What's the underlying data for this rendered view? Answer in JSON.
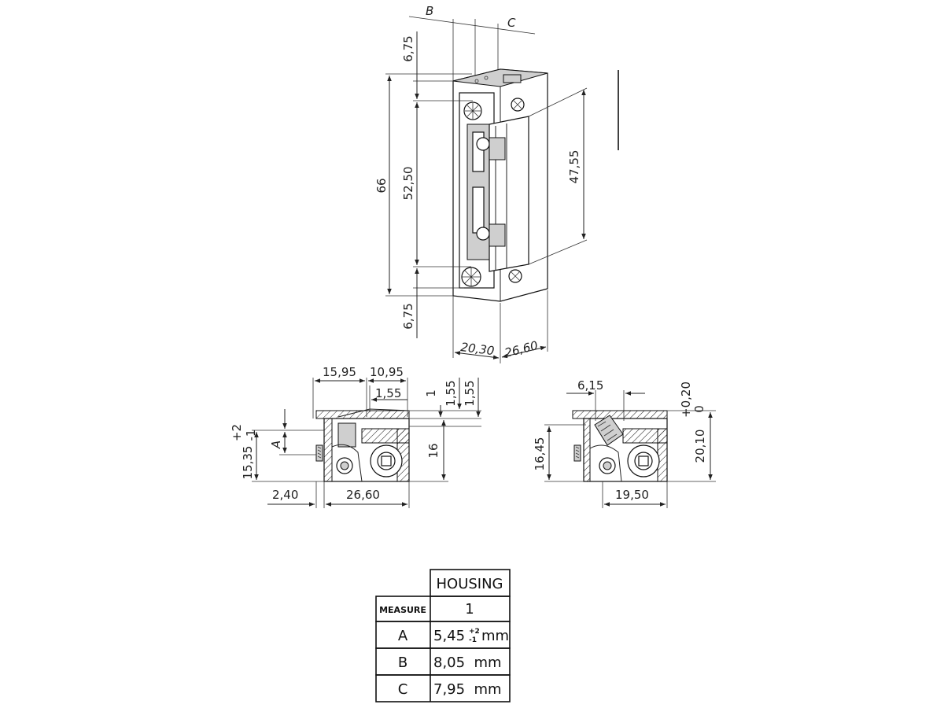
{
  "front_view": {
    "label_b": "B",
    "label_c": "C",
    "dim_top": "6,75",
    "dim_bottom": "6,75",
    "dim_overall_height": "66",
    "dim_screw_pitch": "52,50",
    "dim_latch_length": "47,55",
    "dim_width_front": "20,30",
    "dim_width_side": "26,60"
  },
  "section_left": {
    "dim_a": "15,95",
    "dim_b": "10,95",
    "dim_c": "1,55",
    "dim_d": "1",
    "dim_e": "1,55",
    "dim_f": "1,55",
    "dim_height": "16",
    "dim_plus2": "+2",
    "dim_minus1": "-1",
    "label_a": "A",
    "dim_base": "15,35",
    "dim_offset": "2,40",
    "dim_width": "26,60"
  },
  "section_right": {
    "dim_top": "6,15",
    "dim_tol_plus": "+0,20",
    "dim_tol_zero": "0",
    "dim_left_height": "16,45",
    "dim_right_height": "20,10",
    "dim_width": "19,50"
  },
  "table": {
    "header": "HOUSING",
    "measure_label": "MEASURE",
    "measure_value": "1",
    "rows": [
      {
        "key": "A",
        "value": "5,45",
        "tol_plus": "+2",
        "tol_minus": "-1",
        "unit": "mm"
      },
      {
        "key": "B",
        "value": "8,05  mm"
      },
      {
        "key": "C",
        "value": "7,95  mm"
      }
    ]
  }
}
